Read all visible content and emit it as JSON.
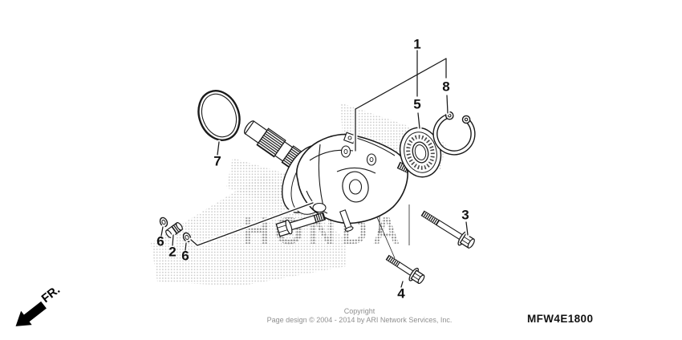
{
  "diagram": {
    "watermark": "HONDA",
    "callouts": [
      {
        "id": "1",
        "label": "1"
      },
      {
        "id": "2",
        "label": "2"
      },
      {
        "id": "3",
        "label": "3"
      },
      {
        "id": "4",
        "label": "4"
      },
      {
        "id": "5",
        "label": "5"
      },
      {
        "id": "6a",
        "label": "6"
      },
      {
        "id": "6b",
        "label": "6"
      },
      {
        "id": "7",
        "label": "7"
      },
      {
        "id": "8",
        "label": "8"
      }
    ]
  },
  "footer": {
    "fr_label": "FR.",
    "copyright_line1": "Copyright",
    "copyright_line2": "Page design © 2004 - 2014 by ARI Network Services, Inc.",
    "diagram_code": "MFW4E1800"
  },
  "colors": {
    "line": "#1a1a1a",
    "halftone_dot": "#9a9a9a",
    "muted_text": "#8f8f8f"
  }
}
